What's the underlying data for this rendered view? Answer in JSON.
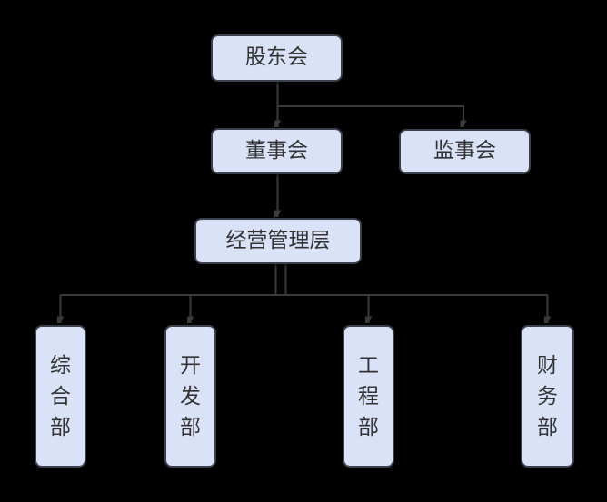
{
  "diagram": {
    "type": "org-chart",
    "colors": {
      "background": "#000000",
      "node-fill": "#dae2f8",
      "node-border": "#3a404c",
      "node-text": "#333333",
      "connector": "#3b3b3b"
    },
    "nodes": {
      "shareholders": {
        "label": "股东会"
      },
      "board": {
        "label": "董事会"
      },
      "supervisors": {
        "label": "监事会"
      },
      "management": {
        "label": "经营管理层"
      },
      "dept_general": {
        "label": "综合部"
      },
      "dept_development": {
        "label": "开发部"
      },
      "dept_engineering": {
        "label": "工程部"
      },
      "dept_finance": {
        "label": "财务部"
      }
    },
    "edges": [
      {
        "from": "shareholders",
        "to": "board"
      },
      {
        "from": "shareholders",
        "to": "supervisors"
      },
      {
        "from": "board",
        "to": "management"
      },
      {
        "from": "management",
        "to": "dept_general"
      },
      {
        "from": "management",
        "to": "dept_development"
      },
      {
        "from": "management",
        "to": "dept_engineering"
      },
      {
        "from": "management",
        "to": "dept_finance"
      }
    ]
  }
}
